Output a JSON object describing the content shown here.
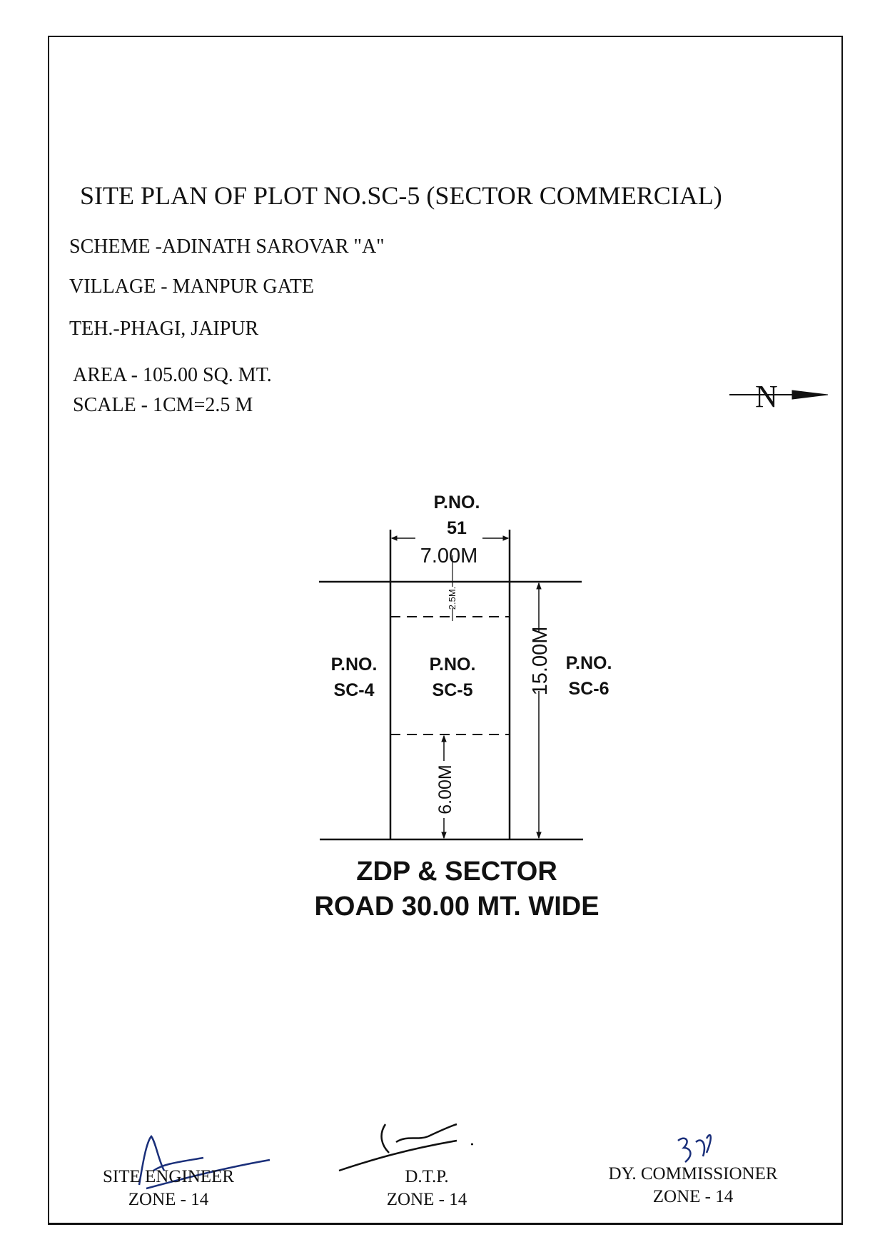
{
  "title": "SITE PLAN OF PLOT NO.SC-5 (SECTOR COMMERCIAL)",
  "info": {
    "scheme": "SCHEME -ADINATH SAROVAR \"A\"",
    "village": "VILLAGE  - MANPUR GATE",
    "tehsil": "TEH.-PHAGI, JAIPUR",
    "area": "AREA  - 105.00  SQ. MT.",
    "scale": "SCALE -  1CM=2.5 M"
  },
  "north": "N",
  "plan": {
    "north_plot": [
      "P.NO.",
      "51"
    ],
    "west_plot": [
      "P.NO.",
      "SC-4"
    ],
    "subject_plot": [
      "P.NO.",
      "SC-5"
    ],
    "east_plot": [
      "P.NO.",
      "SC-6"
    ],
    "width": "7.00M",
    "depth": "15.00M",
    "front_setback": "6.00M",
    "rear_setback": "2.5M.",
    "road": [
      "ZDP & SECTOR",
      "ROAD 30.00 MT. WIDE"
    ]
  },
  "signatories": [
    {
      "title": "SITE ENGINEER",
      "zone": "ZONE - 14"
    },
    {
      "title": "D.T.P.",
      "zone": "ZONE - 14"
    },
    {
      "title": "DY. COMMISSIONER",
      "zone": "ZONE - 14"
    }
  ],
  "colors": {
    "ink": "#111111",
    "signature": "#1a2f7a"
  }
}
